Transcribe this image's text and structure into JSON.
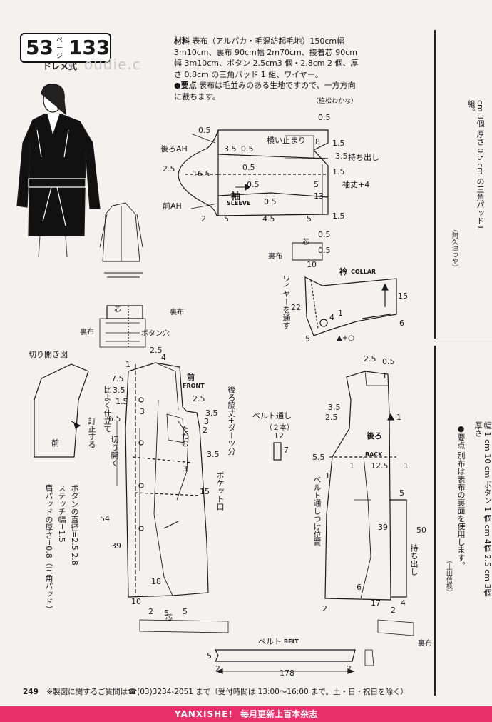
{
  "header": {
    "model_number": "53",
    "page_ref": "133",
    "page_ref_prefix": "ページ",
    "subtitle": "ドレメ式",
    "watermark": "oudie.c"
  },
  "materials": {
    "label": "材料",
    "text": "表布（アルパカ・毛混紡起毛地）150cm幅 3m10cm、裏布 90cm幅 2m70cm、接着芯 90cm幅 3m10cm、ボタン 2.5cm3 個・2.8cm 2 個、厚さ 0.8cm の三角パッド 1 組、ワイヤー。",
    "key_label": "●要点",
    "key_text": "表布は毛並みのある生地ですので、一方方向に裁ちます。",
    "credit": "（植松わかな）"
  },
  "right_column": {
    "top_text": "cm 3個 厚さ 0.5 cm の三角パッド1組。",
    "top_credit": "（阿久津つや）",
    "bottom_text": "幅 1 cm 10 cm ボタン 1 個 cm 4個 2.5 cm 3個 厚さ",
    "bottom_key": "●要点 別布は表布の裏面を使用します。",
    "bottom_credit": "（上田信枝）"
  },
  "sleeve": {
    "title": "袖",
    "title_en": "SLEEVE",
    "back_ah": "後ろAH",
    "front_ah": "前AH",
    "note_top": "横い止まり",
    "note_mochidashi": "持ち出し",
    "note_length": "袖丈+4",
    "values": [
      "0.5",
      "0.5",
      "3.5",
      "0.5",
      "8",
      "1.5",
      "3.5",
      "2.5",
      "16.5",
      "0.5",
      "1.5",
      "0.5",
      "5",
      "13",
      "0.5",
      "1.5",
      "2",
      "5",
      "4.5",
      "5",
      "0.5"
    ]
  },
  "collar": {
    "title": "衿",
    "title_en": "COLLAR",
    "core": "芯",
    "lining": "裏布",
    "wire": "ワイヤーを通す",
    "values": [
      "10",
      "0.5",
      "15",
      "22",
      "4",
      "1",
      "6",
      "5"
    ],
    "symbols": "▲+○"
  },
  "detail": {
    "core": "芯",
    "lining": "裏布",
    "buttonhole": "ボタン穴",
    "lining2": "裏布"
  },
  "cutaway": {
    "title": "切り開き図",
    "front": "前",
    "stitch": "訂正する"
  },
  "front": {
    "title": "前",
    "title_en": "FRONT",
    "note_back": "後ろ脇丈+ダーツ分",
    "note_pocket": "ポケット口",
    "note_fold": "たたむ",
    "note_hinge": "比よく仕立て",
    "note_open": "切り開く",
    "values": [
      "2.5",
      "4",
      "1",
      "7.5",
      "3.5",
      "1.5",
      "6.5",
      "3",
      "2.5",
      "3.5",
      "3",
      "2",
      "3.5",
      "3",
      "15",
      "54",
      "39",
      "18",
      "10",
      "2",
      "5",
      "5"
    ],
    "button_note": "ボタンの直径=2.5 2.8",
    "stitch_width": "ステッチ幅=1.5",
    "pad_note": "肩パッドの厚さ=0.8（三角パッド）"
  },
  "belt_loop": {
    "title": "ベルト通し",
    "count": "（２本）",
    "w": "12",
    "h": "7"
  },
  "back": {
    "title": "後ろ",
    "title_en": "BACK",
    "note_loop": "ベルト通しつけ位置",
    "note_extension": "持ち出し",
    "values": [
      "2.5",
      "0.5",
      "1",
      "3.5",
      "2.5",
      "1",
      "5.5",
      "1",
      "12.5",
      "1",
      "1",
      "5",
      "39",
      "50",
      "6",
      "17",
      "4",
      "2",
      "2"
    ]
  },
  "belt": {
    "title": "ベルト",
    "title_en": "BELT",
    "length": "178",
    "width": "5",
    "core": "芯",
    "lining": "裏布",
    "ends": [
      "2",
      "2"
    ]
  },
  "footer": {
    "page": "249",
    "text": "※製図に関するご質問は☎(03)3234-2051 まで（受付時間は 13:00〜16:00 まで。土・日・祝日を除く）"
  },
  "banner": {
    "brand": "YANXISHE!",
    "text": "每月更新上百本杂志"
  },
  "colors": {
    "banner": "#e8316a",
    "ink": "#1a1a1a",
    "paper": "#f4f2ef"
  }
}
